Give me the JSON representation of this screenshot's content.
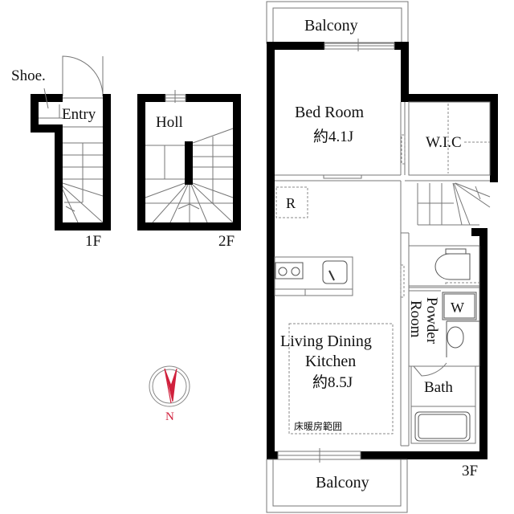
{
  "floors": {
    "f1": {
      "label": "1F",
      "rooms": {
        "shoe": "Shoe.",
        "entry": "Entry"
      }
    },
    "f2": {
      "label": "2F",
      "rooms": {
        "hall": "Holl"
      }
    },
    "f3": {
      "label": "3F",
      "rooms": {
        "balcony_top": "Balcony",
        "bedroom": "Bed Room",
        "bedroom_size": "約4.1J",
        "wic": "W.I.C",
        "fridge": "R",
        "ldk_line1": "Living Dining",
        "ldk_line2": "Kitchen",
        "ldk_size": "約8.5J",
        "floor_heating": "床暖房範囲",
        "washer": "W",
        "powder_line1": "Powder",
        "powder_line2": "Room",
        "bath": "Bath",
        "balcony_bottom": "Balcony"
      }
    }
  },
  "compass": {
    "label": "N",
    "color": "#d0203c"
  },
  "colors": {
    "wall": "#000000",
    "fixture_line": "#777777",
    "background": "#ffffff"
  }
}
